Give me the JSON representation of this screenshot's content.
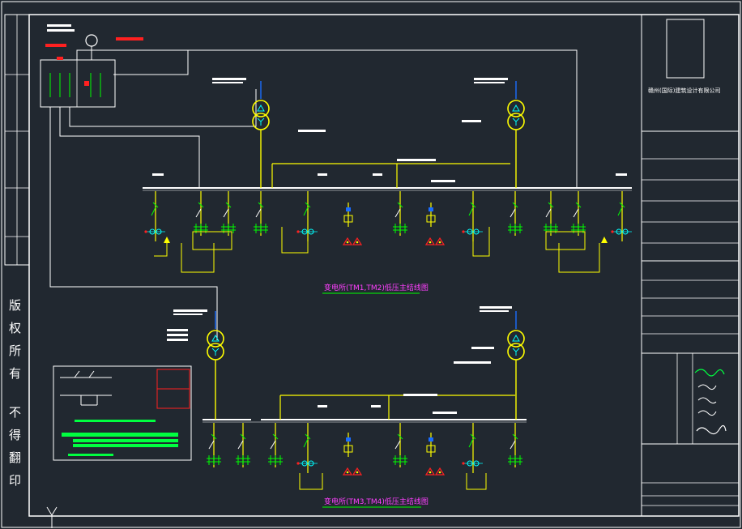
{
  "side_notice": [
    "版",
    "权",
    "所",
    "有",
    "不",
    "得",
    "翻",
    "印"
  ],
  "company": "赣州(国际)建筑设计有限公司",
  "diagrams": [
    {
      "title": "变电所(TM1,TM2)低压主结线图"
    },
    {
      "title": "变电所(TM3,TM4)低压主结线图"
    }
  ],
  "colors": {
    "background": "#212830",
    "frame": "#ffffff",
    "busbar": "#ffff00",
    "switchgear": "#00ff00",
    "transformer": "#ffff00",
    "feeder": "#00ffff",
    "title_text": "#ff40ff",
    "alarm": "#ff2020"
  }
}
